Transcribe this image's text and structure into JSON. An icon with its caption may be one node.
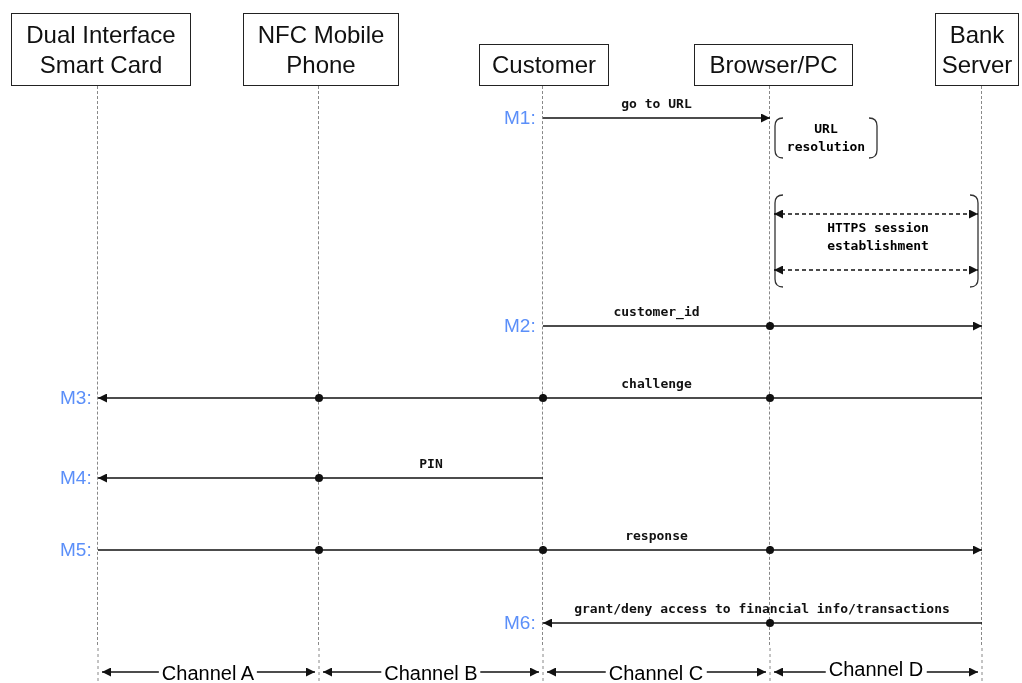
{
  "diagram": {
    "nodes": [
      {
        "text": [
          "Dual Interface Smart Card"
        ]
      },
      {
        "text": [
          "NFC Mobile Phone"
        ]
      },
      {
        "text": [
          "Customer"
        ]
      },
      {
        "text": [
          "Browser/PC"
        ]
      },
      {
        "text": [
          "Bank Server"
        ]
      }
    ],
    "edges": [
      {
        "from": 2,
        "to": 3,
        "arrow": "to",
        "label": "go to URL"
      },
      {
        "from": 3,
        "to": 4,
        "arrow": "both",
        "style": "dashed"
      },
      {
        "from": 3,
        "to": 4,
        "arrow": "both",
        "style": "dashed"
      },
      {
        "from": 2,
        "to": 3,
        "arrow": "other",
        "label": "customer_id"
      },
      {
        "from": 3,
        "to": 4,
        "arrow": "to"
      },
      {
        "from": 4,
        "to": 3,
        "arrow": "other"
      },
      {
        "from": 3,
        "to": 2,
        "arrow": "other",
        "label": "challenge"
      },
      {
        "from": 2,
        "to": 1,
        "arrow": "other"
      },
      {
        "from": 1,
        "to": 0,
        "arrow": "to"
      },
      {
        "from": 2,
        "to": 1,
        "arrow": "other",
        "label": "PIN"
      },
      {
        "from": 1,
        "to": 0,
        "arrow": "to"
      },
      {
        "from": 0,
        "to": 1,
        "arrow": "other"
      },
      {
        "from": 1,
        "to": 2,
        "arrow": "other"
      },
      {
        "from": 2,
        "to": 3,
        "arrow": "other",
        "label": "response"
      },
      {
        "from": 3,
        "to": 4,
        "arrow": "to"
      },
      {
        "from": 4,
        "to": 3,
        "arrow": "other",
        "label": "grant/deny access to financial info/transactions"
      },
      {
        "from": 3,
        "to": 2,
        "arrow": "to"
      }
    ],
    "labels": [
      "M1:",
      "URL resolution",
      "HTTPS session establishment",
      "M2:",
      "M3:",
      "M4:",
      "M5:",
      "M6:",
      "Channel A",
      "Channel B",
      "Channel C",
      "Channel D"
    ]
  }
}
